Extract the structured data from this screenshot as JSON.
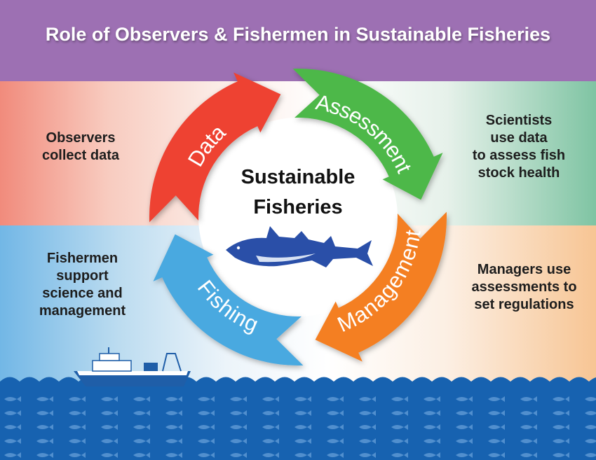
{
  "title": "Role of Observers & Fishermen in Sustainable Fisheries",
  "center": {
    "line1": "Sustainable",
    "line2": "Fisheries"
  },
  "cycle": [
    {
      "label": "Data",
      "color": "#ee4233"
    },
    {
      "label": "Assessment",
      "color": "#4db848"
    },
    {
      "label": "Management",
      "color": "#f47f20"
    },
    {
      "label": "Fishing",
      "color": "#4aa9e0"
    }
  ],
  "side_notes": {
    "observers": [
      "Observers",
      "collect data"
    ],
    "scientists": [
      "Scientists",
      "use data",
      "to assess fish",
      "stock health"
    ],
    "fishermen": [
      "Fishermen",
      "support",
      "science and",
      "management"
    ],
    "managers": [
      "Managers use",
      "assessments to",
      "set regulations"
    ]
  },
  "colors": {
    "purple": "#9d70b3",
    "ocean": "#1762b0",
    "fish": "#2a4fa8"
  }
}
